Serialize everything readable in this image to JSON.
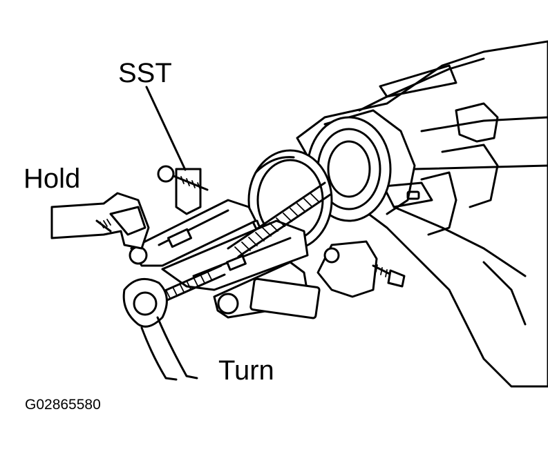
{
  "labels": {
    "sst": "SST",
    "hold": "Hold",
    "turn": "Turn",
    "figure_code": "G02865580"
  },
  "colors": {
    "ink": "#000000",
    "paper": "#ffffff"
  }
}
